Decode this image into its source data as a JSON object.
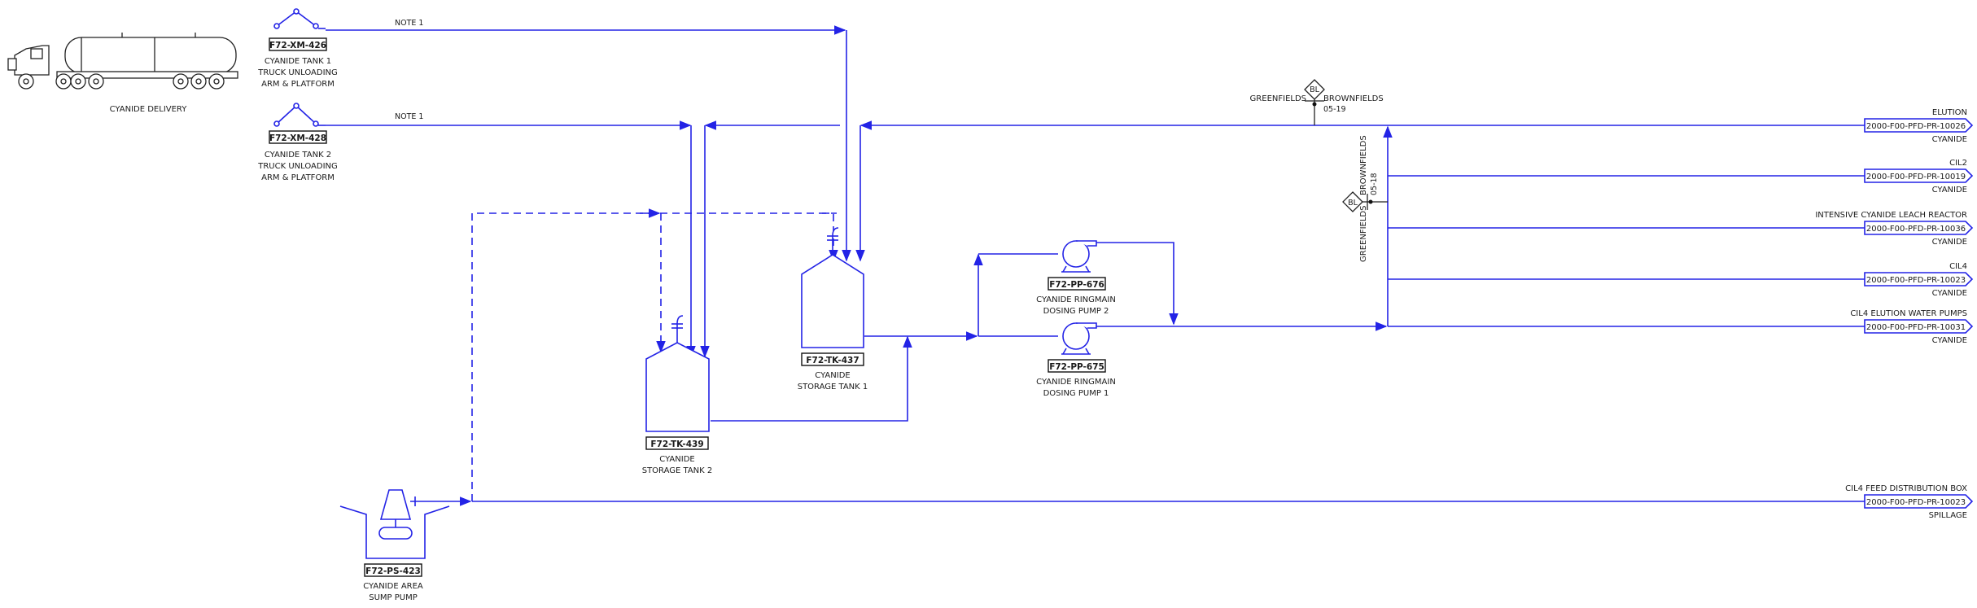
{
  "diagram": {
    "delivery": {
      "label": "CYANIDE DELIVERY"
    },
    "unloading_1": {
      "tag": "F72-XM-426",
      "line1": "CYANIDE TANK 1",
      "line2": "TRUCK UNLOADING",
      "line3": "ARM & PLATFORM",
      "note": "NOTE 1"
    },
    "unloading_2": {
      "tag": "F72-XM-428",
      "line1": "CYANIDE TANK 2",
      "line2": "TRUCK UNLOADING",
      "line3": "ARM & PLATFORM",
      "note": "NOTE 1"
    },
    "tank_437": {
      "tag": "F72-TK-437",
      "line1": "CYANIDE",
      "line2": "STORAGE TANK 1"
    },
    "tank_439": {
      "tag": "F72-TK-439",
      "line1": "CYANIDE",
      "line2": "STORAGE TANK 2"
    },
    "pump_676": {
      "tag": "F72-PP-676",
      "line1": "CYANIDE RINGMAIN",
      "line2": "DOSING PUMP 2"
    },
    "pump_675": {
      "tag": "F72-PP-675",
      "line1": "CYANIDE RINGMAIN",
      "line2": "DOSING PUMP 1"
    },
    "sump_pump": {
      "tag": "F72-PS-423",
      "line1": "CYANIDE AREA",
      "line2": "SUMP PUMP"
    },
    "battery_limit_top": {
      "symbol": "BL",
      "left": "GREENFIELDS",
      "right": "BROWNFIELDS",
      "code": "05-19"
    },
    "battery_limit_side": {
      "symbol": "BL",
      "left": "GREENFIELDS",
      "right": "BROWNFIELDS",
      "code": "05-18"
    },
    "offpage": [
      {
        "dest": "ELUTION",
        "ref": "2000-F00-PFD-PR-10026",
        "fluid": "CYANIDE"
      },
      {
        "dest": "CIL2",
        "ref": "2000-F00-PFD-PR-10019",
        "fluid": "CYANIDE"
      },
      {
        "dest": "INTENSIVE CYANIDE LEACH REACTOR",
        "ref": "2000-F00-PFD-PR-10036",
        "fluid": "CYANIDE"
      },
      {
        "dest": "CIL4",
        "ref": "2000-F00-PFD-PR-10023",
        "fluid": "CYANIDE"
      },
      {
        "dest": "CIL4 ELUTION WATER PUMPS",
        "ref": "2000-F00-PFD-PR-10031",
        "fluid": "CYANIDE"
      },
      {
        "dest": "CIL4 FEED DISTRIBUTION BOX",
        "ref": "2000-F00-PFD-PR-10023",
        "fluid": "SPILLAGE"
      }
    ],
    "colors": {
      "process_line": "#2323e6",
      "text": "#1a1a1a",
      "tag_border": "#111111"
    }
  }
}
